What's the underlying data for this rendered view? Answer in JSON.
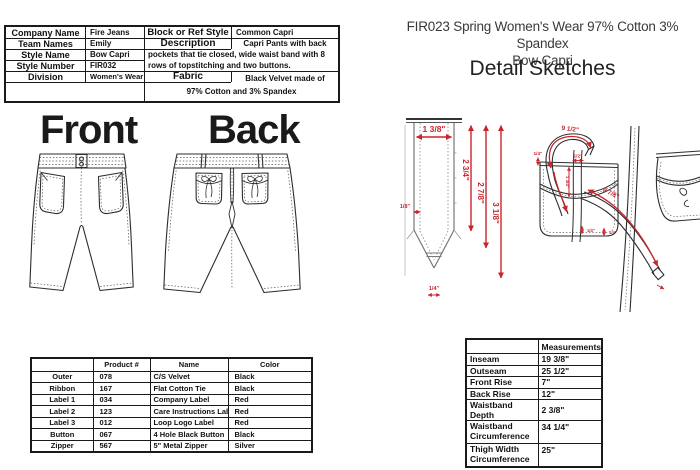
{
  "spec_table": {
    "rows": [
      {
        "label": "Company Name",
        "value": "Fire Jeans"
      },
      {
        "label": "Team Names",
        "value": "Emily"
      },
      {
        "label": "Style Name",
        "value": "Bow Capri"
      },
      {
        "label": "Style Number",
        "value": "FIR032"
      },
      {
        "label": "Division",
        "value": "Women's Wear"
      }
    ],
    "block_ref": {
      "label": "Block or Ref Style",
      "value": "Common Capri"
    },
    "description": {
      "label": "Description",
      "intro": "Capri Pants with back",
      "line2": "pockets that tie closed, wide waist band with 8",
      "line3": "rows of topstitching  and two buttons."
    },
    "fabric": {
      "label": "Fabric",
      "line1": "Black Velvet made of",
      "line2": "97% Cotton and 3% Spandex"
    }
  },
  "views": {
    "front_label": "Front",
    "back_label": "Back"
  },
  "header": {
    "line1": "FIR023 Spring Women's Wear 97% Cotton 3% Spandex",
    "line2": "Bow Capri",
    "title": "Detail Sketches"
  },
  "tie_detail": {
    "top_width": "1 3/8\"",
    "edge_stitch": "1/8\"",
    "len_inner": "2 3/4\"",
    "len_mid": "2 7/8\"",
    "len_outer": "3 1/8\"",
    "tip_width": "1/4\""
  },
  "pocket_detail": {
    "left_tie_length": "9 1/2\"",
    "right_tie_length": "9 7/8\"",
    "top_corner": "1/4\"",
    "center_opening": "1/2\"",
    "flap_depth": "1 3/4\"",
    "bottom_stitch_a": "1/4\"",
    "bottom_stitch_b": "1/4\""
  },
  "components_table": {
    "headers": [
      "",
      "Product #",
      "Name",
      "Color"
    ],
    "rows": [
      [
        "Outer",
        "078",
        "C/S Velvet",
        "Black"
      ],
      [
        "Ribbon",
        "167",
        "Flat Cotton Tie",
        "Black"
      ],
      [
        "Label 1",
        "034",
        "Company Label",
        "Red"
      ],
      [
        "Label 2",
        "123",
        "Care Instructions Label",
        "Red"
      ],
      [
        "Label 3",
        "012",
        "Loop Logo Label",
        "Red"
      ],
      [
        "Button",
        "067",
        "4 Hole Black Button",
        "Black"
      ],
      [
        "Zipper",
        "567",
        "5\" Metal Zipper",
        "Silver"
      ]
    ]
  },
  "measurements_table": {
    "header": "Measurements",
    "rows": [
      {
        "label": "Inseam",
        "value": "19 3/8\""
      },
      {
        "label": "Outseam",
        "value": "25 1/2\""
      },
      {
        "label": "Front Rise",
        "value": "7\""
      },
      {
        "label": "Back Rise",
        "value": "12\""
      },
      {
        "label": "Waistband Depth",
        "value": "2 3/8\""
      },
      {
        "label": "Waistband\nCircumference",
        "value": "34 1/4\""
      },
      {
        "label": "Thigh Width\nCircumference",
        "value": "25\""
      }
    ]
  },
  "colors": {
    "dimension_red": "#c9252b",
    "line": "#2d2d2d"
  }
}
